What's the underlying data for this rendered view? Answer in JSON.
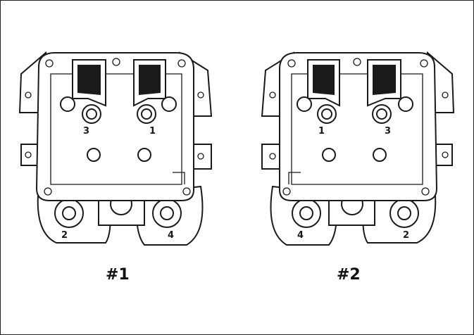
{
  "diagram": {
    "heads": [
      {
        "label": "#1",
        "bolt_numbers": {
          "top_left": "3",
          "top_right": "1",
          "bottom_left": "2",
          "bottom_right": "4"
        }
      },
      {
        "label": "#2",
        "bolt_numbers": {
          "top_left": "1",
          "top_right": "3",
          "bottom_left": "4",
          "bottom_right": "2"
        }
      }
    ]
  }
}
